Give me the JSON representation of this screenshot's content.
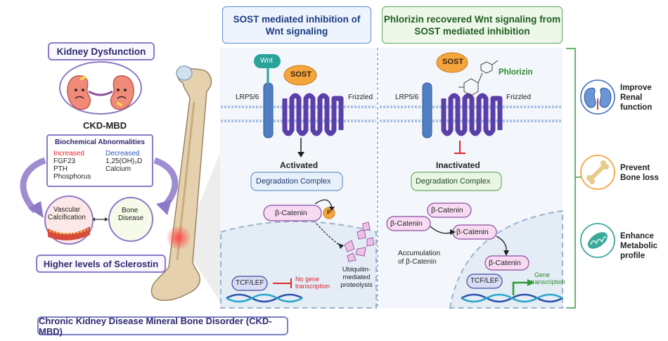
{
  "left": {
    "kidney_title": "Kidney Dysfunction",
    "ckd_mbd": "CKD-MBD",
    "biochem": {
      "title": "Biochemical Abnormalities",
      "increased_label": "Increased",
      "increased_items": [
        "FGF23",
        "PTH",
        "Phosphorus"
      ],
      "decreased_label": "Decreased",
      "decreased_items": [
        "1,25(OH)₂D",
        "Calcium"
      ]
    },
    "vascular": [
      "Vascular",
      "Calcification"
    ],
    "bone": [
      "Bone",
      "Disease"
    ],
    "sclerostin": "Higher levels of Sclerostin"
  },
  "footer": "Chronic Kidney Disease Mineral Bone Disorder (CKD-MBD)",
  "panel1": {
    "header": [
      "SOST mediated inhibition of",
      "Wnt signaling"
    ],
    "wnt": "Wnt",
    "sost": "SOST",
    "lrp": "LRP5/6",
    "frizzled": "Frizzled",
    "state": "Activated",
    "degradation": "Degradation Complex",
    "catenin": "β-Catenin",
    "phospho": "P",
    "ubiquitin": [
      "Ubiquitin-",
      "mediated",
      "proteolysis"
    ],
    "tcf": "TCF/LEF",
    "no_gene": [
      "No gene",
      "transcription"
    ]
  },
  "panel2": {
    "header": [
      "Phlorizin recovered Wnt signaling from",
      "SOST mediated inhibition"
    ],
    "sost": "SOST",
    "phlorizin": "Phlorizin",
    "lrp": "LRP5/6",
    "frizzled": "Frizzled",
    "state": "Inactivated",
    "degradation": "Degradation Complex",
    "catenin": "β-Catenin",
    "accumulation": [
      "Accumulation",
      "of β-Catenin"
    ],
    "tcf": "TCF/LEF",
    "gene": [
      "Gene",
      "transcription"
    ]
  },
  "outcomes": [
    {
      "lines": [
        "Improve",
        "Renal",
        "function"
      ]
    },
    {
      "lines": [
        "Prevent",
        "Bone loss"
      ]
    },
    {
      "lines": [
        "Enhance",
        "Metabolic",
        "profile"
      ]
    }
  ],
  "colors": {
    "increased": "#e0262b",
    "decreased": "#2a56b5",
    "phlorizin": "#2e8b2e",
    "receptor": "#5a3fa8",
    "sost": "#f4a63c",
    "wnt": "#2aa39a"
  }
}
